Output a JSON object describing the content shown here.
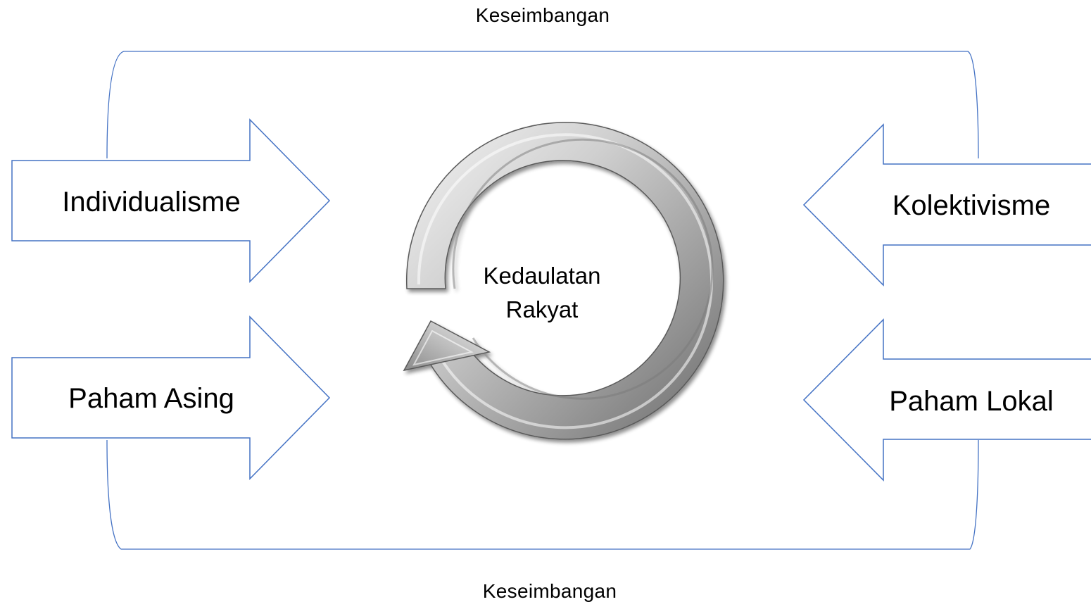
{
  "balance": {
    "top_label": "Keseimbangan",
    "bottom_label": "Keseimbangan"
  },
  "center": {
    "line1": "Kedaulatan",
    "line2": "Rakyat"
  },
  "left_arrows": [
    {
      "label": "Individualisme"
    },
    {
      "label": "Paham Asing"
    }
  ],
  "right_arrows": [
    {
      "label": "Kolektivisme"
    },
    {
      "label": "Paham Lokal"
    }
  ],
  "colors": {
    "arrow_outline": "#4472C4",
    "frame_outline": "#4472C4",
    "cycle_fill": "#c8c8c8",
    "text": "#000000"
  }
}
